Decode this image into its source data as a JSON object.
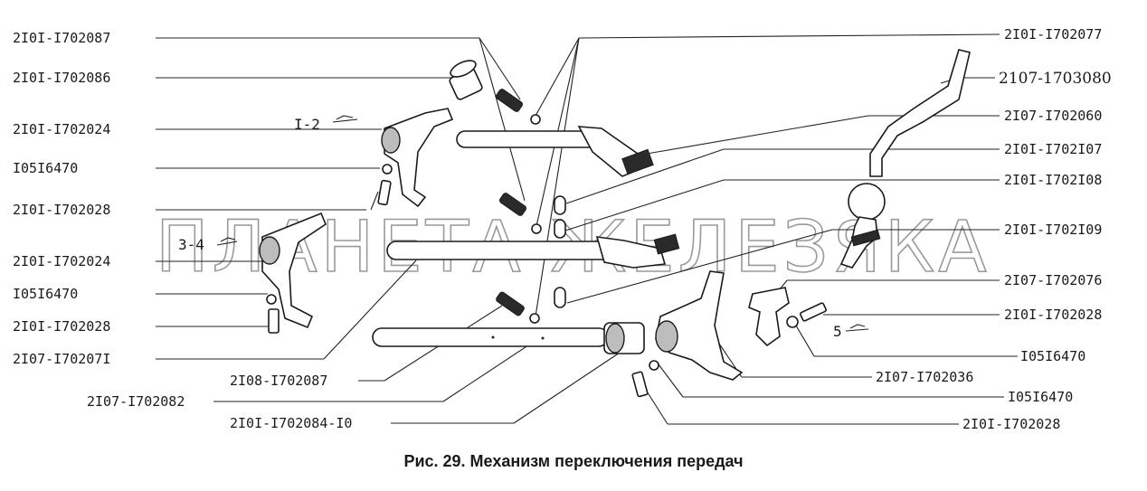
{
  "caption": "Рис. 29. Механизм переключения передач",
  "watermark": "ПЛАНЕТА ЖЕЛЕЗЯКА",
  "gear_marks": {
    "g12": "I-2",
    "g34": "3-4",
    "g5": "5"
  },
  "labels_left": [
    "2I0I-I702087",
    "2I0I-I702086",
    "2I0I-I702024",
    "I05I6470",
    "2I0I-I702028",
    "2I0I-I702024",
    "I05I6470",
    "2I0I-I702028",
    "2I07-I70207I"
  ],
  "labels_bottom": [
    "2I08-I702087",
    "2I07-I702082",
    "2I0I-I702084-I0"
  ],
  "labels_right": [
    "2I0I-I702077",
    "2107-1703080",
    "2I07-I702060",
    "2I0I-I702I07",
    "2I0I-I702I08",
    "2I0I-I702I09",
    "2I07-I702076",
    "2I0I-I702028",
    "I05I6470",
    "2I07-I702036",
    "I05I6470",
    "2I0I-I702028"
  ]
}
